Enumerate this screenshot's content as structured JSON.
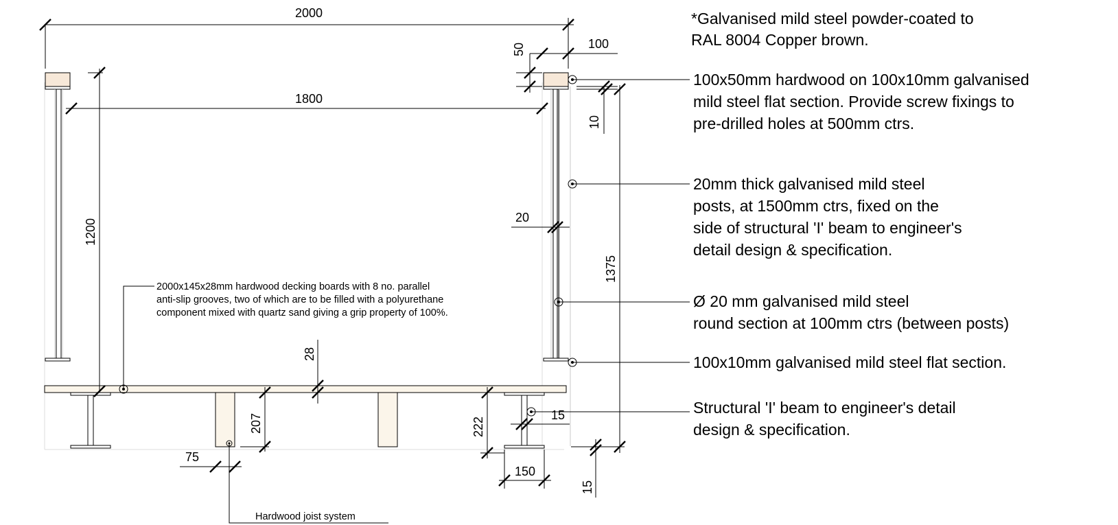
{
  "dimensions": {
    "overall_width": "2000",
    "width_between_posts": "1800",
    "rail_height": "1200",
    "handrail_depth": "50",
    "handrail_width": "100",
    "flat_section_thickness": "10",
    "post_thickness": "20",
    "total_height": "1375",
    "deck_thickness": "28",
    "joist_depth": "207",
    "beam_depth": "222",
    "beam_flange": "15",
    "joist_width": "75",
    "beam_width": "150",
    "base_flange": "15"
  },
  "notes": {
    "finish": [
      "*Galvanised mild steel powder-coated to",
      "RAL 8004 Copper brown."
    ],
    "handrail": [
      "100x50mm hardwood on 100x10mm galvanised",
      "mild steel flat section. Provide screw fixings to",
      "pre-drilled holes at 500mm ctrs."
    ],
    "posts": [
      "20mm thick galvanised mild steel",
      "posts, at 1500mm ctrs, fixed on the",
      "side of structural 'I' beam to engineer's",
      "detail design & specification."
    ],
    "balusters": [
      "Ø 20 mm galvanised mild steel",
      "round section at 100mm ctrs (between posts)"
    ],
    "bottom_rail": [
      "100x10mm galvanised mild steel flat section."
    ],
    "beam": [
      "Structural 'I' beam to engineer's detail",
      "design & specification."
    ],
    "decking": [
      "2000x145x28mm hardwood decking boards with 8 no. parallel",
      "anti-slip grooves, two of which are to be filled with a polyurethane",
      "component mixed with quartz sand giving a grip property of 100%."
    ],
    "joist": "Hardwood joist system"
  }
}
